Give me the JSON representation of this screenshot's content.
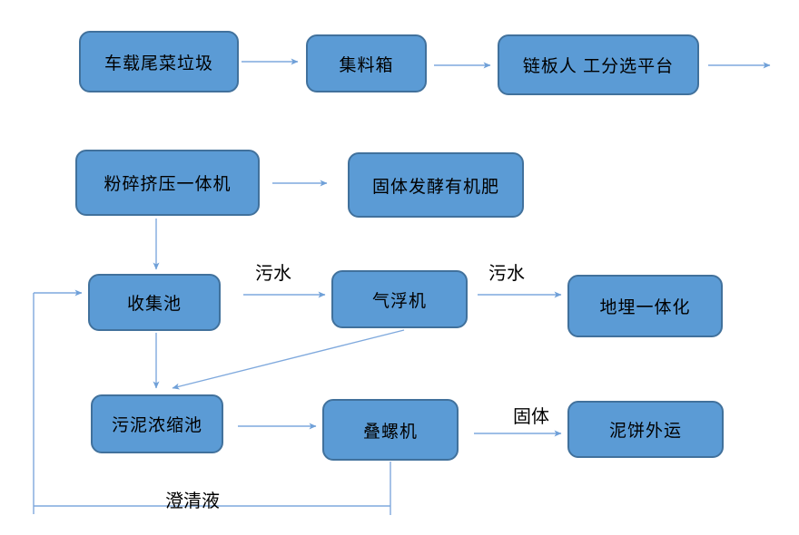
{
  "diagram": {
    "type": "flowchart",
    "background": "#ffffff",
    "colors": {
      "node_fill": "#5B9BD5",
      "node_border": "#41719C",
      "connector": "#7FA9DD",
      "label_text": "#000000"
    },
    "nodes": [
      {
        "id": "vehicle-waste",
        "label": "车载尾菜垃圾"
      },
      {
        "id": "collection-box",
        "label": "集料箱"
      },
      {
        "id": "sorting-platform",
        "label": "链板人 工分选平台"
      },
      {
        "id": "crusher-press",
        "label": "粉碎挤压一体机"
      },
      {
        "id": "solid-fertilizer",
        "label": "固体发酵有机肥"
      },
      {
        "id": "collection-pool",
        "label": "收集池"
      },
      {
        "id": "air-flotation",
        "label": "气浮机"
      },
      {
        "id": "buried-treatment",
        "label": "地埋一体化"
      },
      {
        "id": "sludge-thickener",
        "label": "污泥浓缩池"
      },
      {
        "id": "screw-press",
        "label": "叠螺机"
      },
      {
        "id": "mudcake-transport",
        "label": "泥饼外运"
      }
    ],
    "edge_labels": {
      "sewage_1": "污水",
      "sewage_2": "污水",
      "solid": "固体",
      "clarified": "澄清液"
    },
    "edges": [
      {
        "from": "vehicle-waste",
        "to": "collection-box",
        "label": ""
      },
      {
        "from": "collection-box",
        "to": "sorting-platform",
        "label": ""
      },
      {
        "from": "sorting-platform",
        "to": "offscreen-right",
        "label": ""
      },
      {
        "from": "crusher-press",
        "to": "solid-fertilizer",
        "label": ""
      },
      {
        "from": "crusher-press",
        "to": "collection-pool",
        "label": ""
      },
      {
        "from": "clarified-return",
        "to": "collection-pool",
        "label": ""
      },
      {
        "from": "collection-pool",
        "to": "air-flotation",
        "label": "污水"
      },
      {
        "from": "air-flotation",
        "to": "buried-treatment",
        "label": "污水"
      },
      {
        "from": "air-flotation",
        "to": "sludge-thickener",
        "label": ""
      },
      {
        "from": "collection-pool",
        "to": "sludge-thickener",
        "label": ""
      },
      {
        "from": "sludge-thickener",
        "to": "screw-press",
        "label": ""
      },
      {
        "from": "screw-press",
        "to": "mudcake-transport",
        "label": "固体"
      },
      {
        "from": "screw-press",
        "to": "collection-pool",
        "label": "澄清液"
      }
    ]
  }
}
